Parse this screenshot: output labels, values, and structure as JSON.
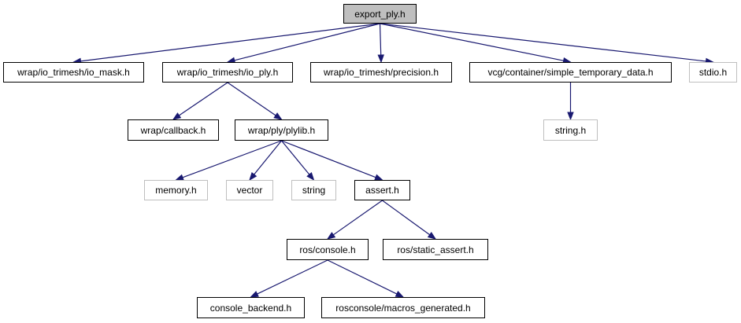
{
  "diagram": {
    "colors": {
      "edge": "#191970",
      "root_fill": "#bfbfbf",
      "node_border": "#000000",
      "external_border": "#bfbfbf"
    },
    "nodes": {
      "export_ply": "export_ply.h",
      "io_mask": "wrap/io_trimesh/io_mask.h",
      "io_ply": "wrap/io_trimesh/io_ply.h",
      "precision": "wrap/io_trimesh/precision.h",
      "simple_temporary_data": "vcg/container/simple_temporary_data.h",
      "stdio": "stdio.h",
      "callback": "wrap/callback.h",
      "plylib": "wrap/ply/plylib.h",
      "string_h": "string.h",
      "memory": "memory.h",
      "vector": "vector",
      "string": "string",
      "assert": "assert.h",
      "ros_console": "ros/console.h",
      "ros_static_assert": "ros/static_assert.h",
      "console_backend": "console_backend.h",
      "macros_generated": "rosconsole/macros_generated.h"
    },
    "edges": [
      [
        "export_ply",
        "io_mask"
      ],
      [
        "export_ply",
        "io_ply"
      ],
      [
        "export_ply",
        "precision"
      ],
      [
        "export_ply",
        "simple_temporary_data"
      ],
      [
        "export_ply",
        "stdio"
      ],
      [
        "io_ply",
        "callback"
      ],
      [
        "io_ply",
        "plylib"
      ],
      [
        "simple_temporary_data",
        "string_h"
      ],
      [
        "plylib",
        "memory"
      ],
      [
        "plylib",
        "vector"
      ],
      [
        "plylib",
        "string"
      ],
      [
        "plylib",
        "assert"
      ],
      [
        "assert",
        "ros_console"
      ],
      [
        "assert",
        "ros_static_assert"
      ],
      [
        "ros_console",
        "console_backend"
      ],
      [
        "ros_console",
        "macros_generated"
      ]
    ]
  }
}
